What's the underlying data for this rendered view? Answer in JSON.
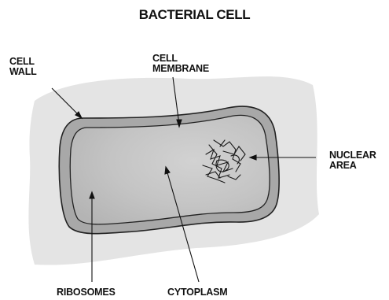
{
  "title": "BACTERIAL CELL",
  "labels": {
    "cell_wall": [
      "CELL",
      "WALL"
    ],
    "cell_membrane": [
      "CELL",
      "MEMBRANE"
    ],
    "nuclear_area": [
      "NUCLEAR",
      "AREA"
    ],
    "ribosomes": "RIBOSOMES",
    "cytoplasm": "CYTOPLASM"
  },
  "colors": {
    "background_blob": "#e4e4e4",
    "cell_wall": "#a8a8a8",
    "cytoplasm": "#bdbdbd",
    "outline": "#222222"
  }
}
